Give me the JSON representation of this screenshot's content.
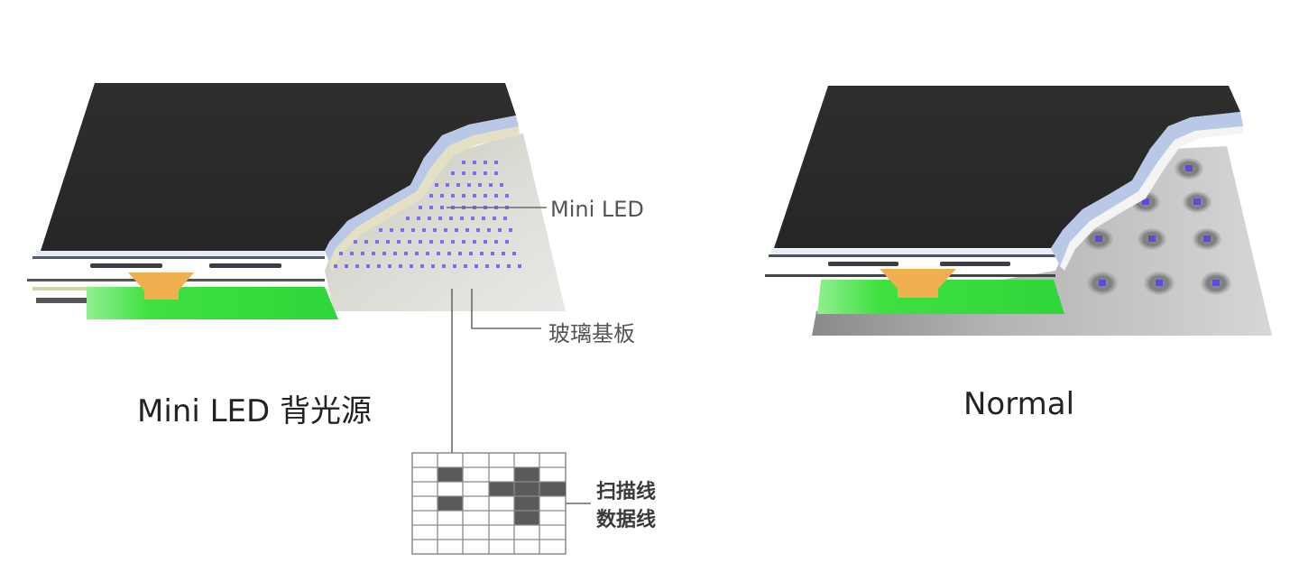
{
  "diagram": {
    "left_panel": {
      "title": "Mini LED 背光源",
      "callouts": {
        "mini_led": "Mini LED",
        "glass_substrate": "玻璃基板"
      },
      "matrix_inset": {
        "rows": 7,
        "cols": 6,
        "filled_cells": [
          [
            1,
            1
          ],
          [
            3,
            1
          ],
          [
            1,
            4
          ],
          [
            2,
            3
          ],
          [
            2,
            4
          ],
          [
            2,
            5
          ],
          [
            3,
            4
          ],
          [
            4,
            4
          ]
        ],
        "labels": {
          "scan_line": "扫描线",
          "data_line": "数据线"
        }
      }
    },
    "right_panel": {
      "title": "Normal"
    },
    "colors": {
      "panel_dark": "#2b2b2b",
      "pcb_green": "#3edc3e",
      "led_chip_orange": "#f0b050",
      "mini_led_dot": "#7b6cf0",
      "substrate_grey": "#d8d8d4",
      "matrix_fill": "#5a5a5a"
    }
  }
}
